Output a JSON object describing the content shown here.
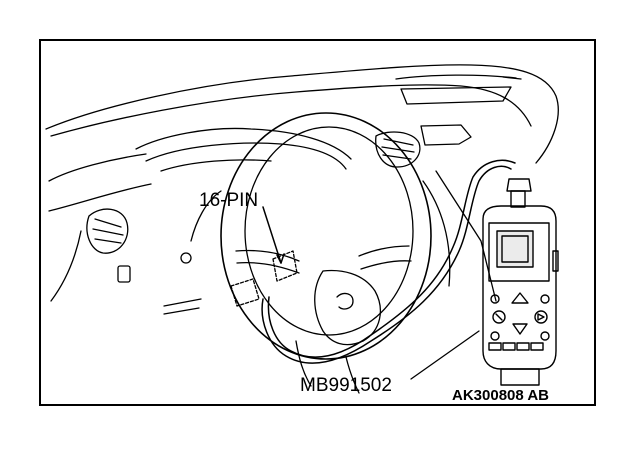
{
  "labels": {
    "connector": "16-PIN",
    "tool": "MB991502",
    "figure_code": "AK300808 AB"
  },
  "icons": [
    "dashboard-illustration",
    "steering-wheel",
    "diagnostic-connector",
    "scan-tool-mb991502"
  ],
  "colors": {
    "line": "#000000",
    "background": "#ffffff"
  }
}
